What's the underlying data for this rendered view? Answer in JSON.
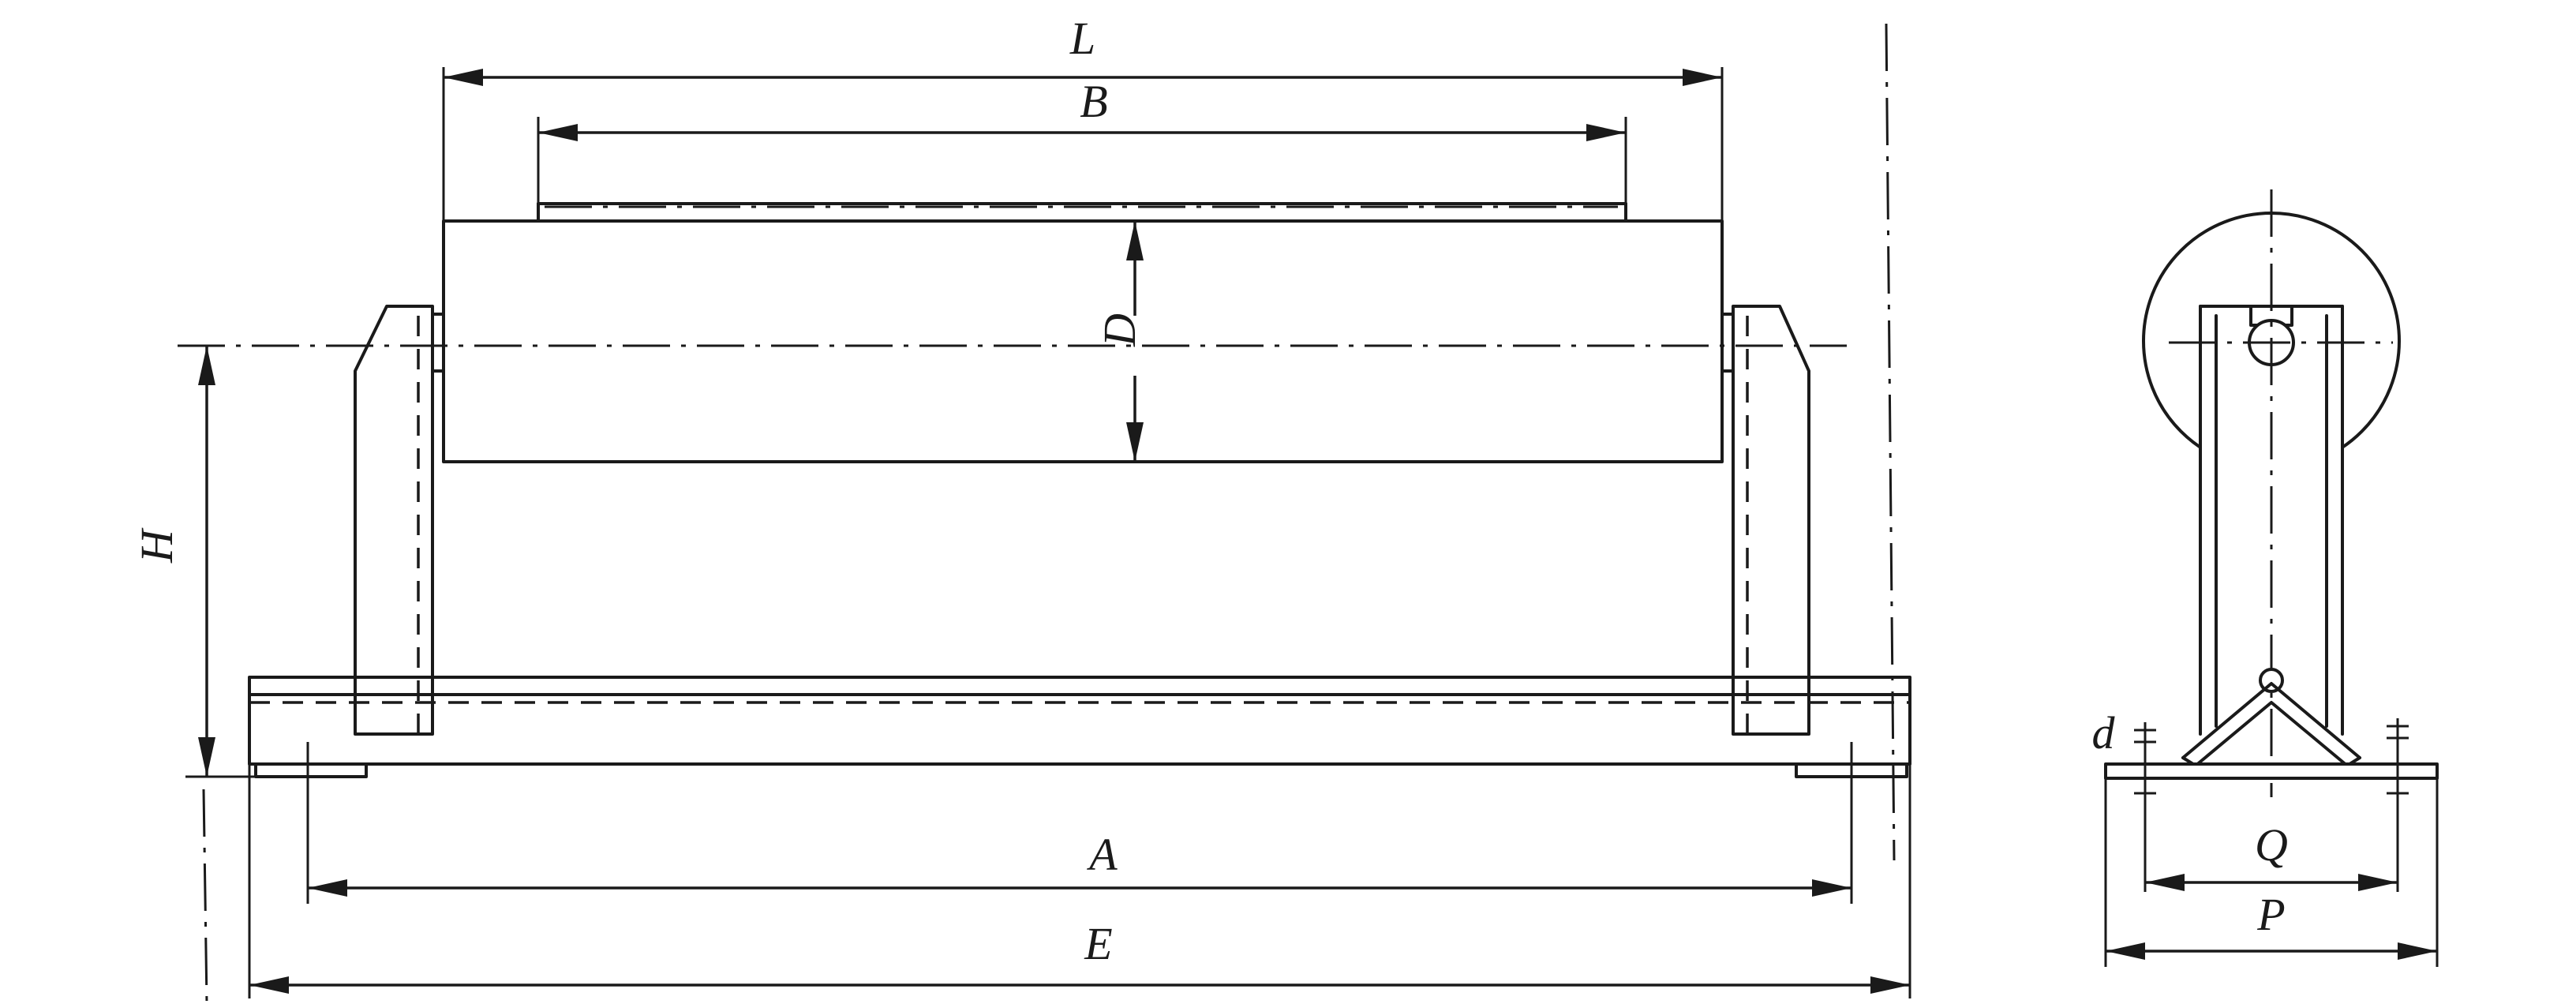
{
  "diagram": {
    "front_view": {
      "labels": {
        "L": "L",
        "B": "B",
        "D": "D",
        "H": "H",
        "A": "A",
        "E": "E"
      }
    },
    "side_view": {
      "labels": {
        "d": "d",
        "Q": "Q",
        "P": "P"
      }
    }
  }
}
